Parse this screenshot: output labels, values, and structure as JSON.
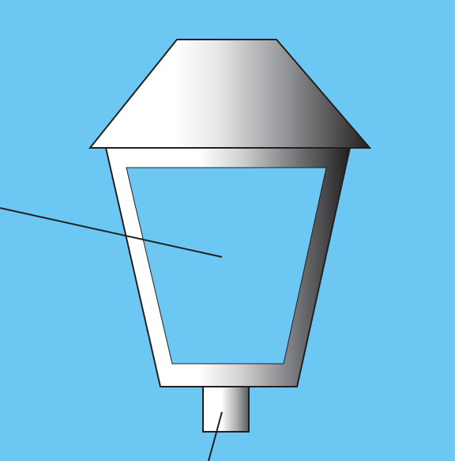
{
  "diagram": {
    "subject": "lantern-head",
    "colors": {
      "background": "#6CC8F2",
      "outline": "#231F20",
      "metal_light": "#FFFFFF",
      "metal_mid": "#A7A9AC",
      "metal_dark": "#231F20",
      "glass": "#6CC8F2"
    },
    "parts": [
      {
        "id": "roof",
        "icon": "lantern-roof"
      },
      {
        "id": "frame",
        "icon": "lantern-frame"
      },
      {
        "id": "glass-pane",
        "icon": "glass-pane"
      },
      {
        "id": "post-fitter",
        "icon": "post-fitter"
      }
    ],
    "leader_lines": [
      {
        "points_to": "glass-pane",
        "label": ""
      },
      {
        "points_to": "post-fitter",
        "label": ""
      }
    ]
  }
}
